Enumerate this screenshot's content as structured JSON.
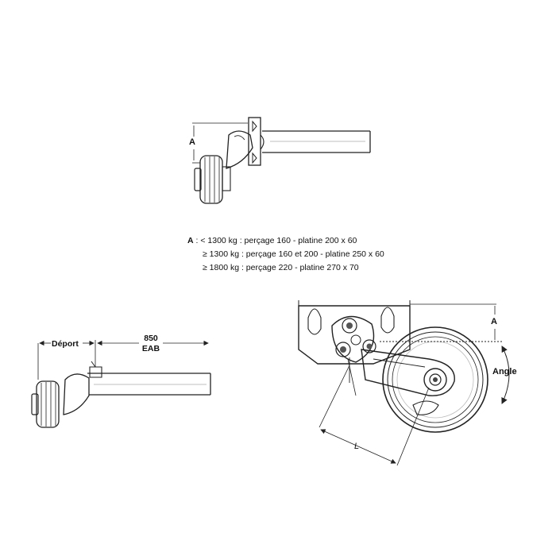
{
  "top_view": {
    "dimension_label": "A"
  },
  "spec_note": {
    "key": "A",
    "lines": [
      "< 1300 kg : perçage 160 - platine 200 x 60",
      "≥ 1300 kg : perçage 160 et 200 - platine 250 x 60",
      "≥ 1800 kg : perçage 220 - platine 270 x 70"
    ]
  },
  "side_view": {
    "deport_label": "Déport",
    "length_value": "850",
    "length_unit": "EAB"
  },
  "arm_view": {
    "dimension_label": "A",
    "angle_label": "Angle",
    "length_label": "L"
  }
}
